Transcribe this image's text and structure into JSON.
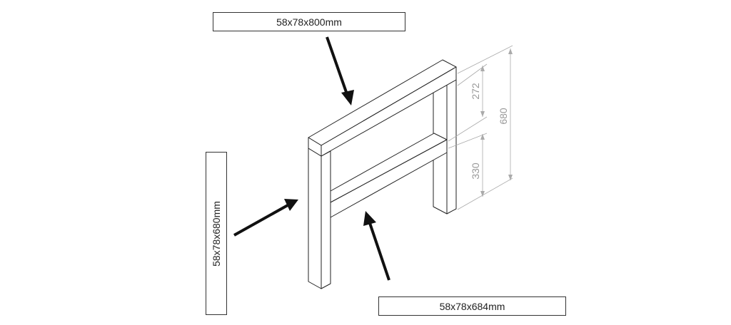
{
  "labels": {
    "top_rail": "58x78x800mm",
    "legs": "58x78x680mm",
    "middle_rail": "58x78x684mm"
  },
  "dimensions": {
    "upper_gap": "272",
    "lower_gap": "330",
    "total_height": "680"
  }
}
